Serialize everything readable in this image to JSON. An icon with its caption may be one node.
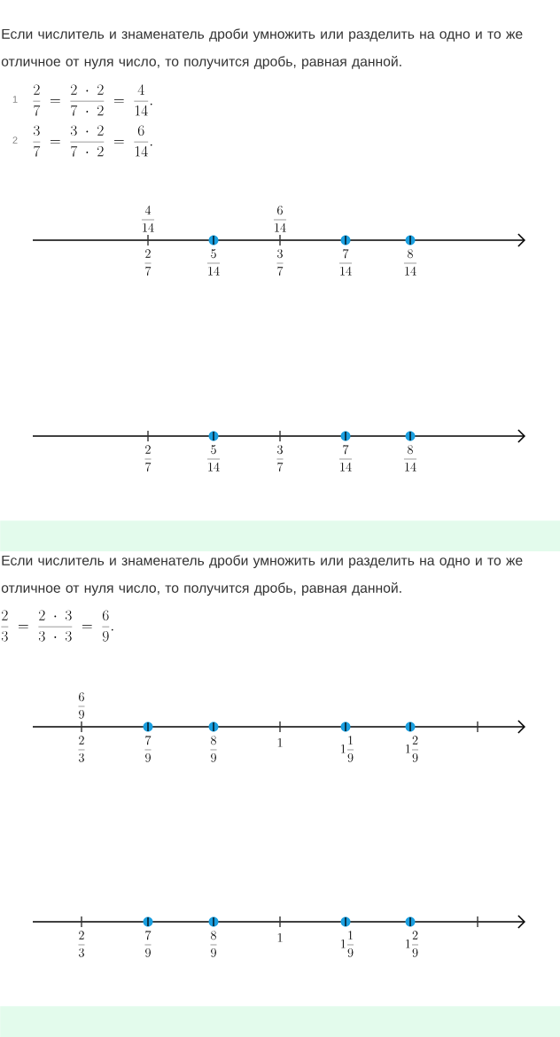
{
  "diagram": {
    "nodes": [
      {
        "text": [],
        "shape": "bar"
      },
      {
        "text": [],
        "shape": "bar"
      }
    ],
    "labels": [
      "Если числитель и знаменатель дроби умножить или разделить на одно и то же отличное от нуля число, то получится дробь, равная данной.",
      "1",
      "\\frac{2}{7}\\;=\\;\\frac{2\\;\\cdot\\;2}{7\\;\\cdot\\;2}\\;=\\;\\frac{4}{14}.",
      "2",
      "\\frac{3}{7}\\;=\\;\\frac{3\\;\\cdot\\;2}{7\\;\\cdot\\;2}\\;=\\;\\frac{6}{14}.",
      "\\frac{4}{14}",
      "\\frac{6}{14}",
      "\\frac{2}{7}",
      "\\frac{5}{14}",
      "\\frac{3}{7}",
      "\\frac{7}{14}",
      "\\frac{8}{14}",
      "\\frac{2}{7}",
      "\\frac{5}{14}",
      "\\frac{3}{7}",
      "\\frac{7}{14}",
      "\\frac{8}{14}",
      "Если числитель и знаменатель дроби умножить или разделить на одно и то же отличное от нуля число, то получится дробь, равная данной.",
      "\\frac{2}{3}\\;=\\;\\frac{2\\;\\cdot\\;3}{3\\;\\cdot\\;3}\\;=\\;\\frac{6}{9}.",
      "\\frac{6}{9}",
      "\\frac{2}{3}",
      "\\frac{7}{9}",
      "\\frac{8}{9}",
      "1",
      "1\\frac{1}{9}",
      "1\\frac{2}{9}",
      "\\frac{2}{3}",
      "\\frac{7}{9}",
      "\\frac{8}{9}",
      "1",
      "1\\frac{1}{9}",
      "1\\frac{2}{9}"
    ]
  }
}
